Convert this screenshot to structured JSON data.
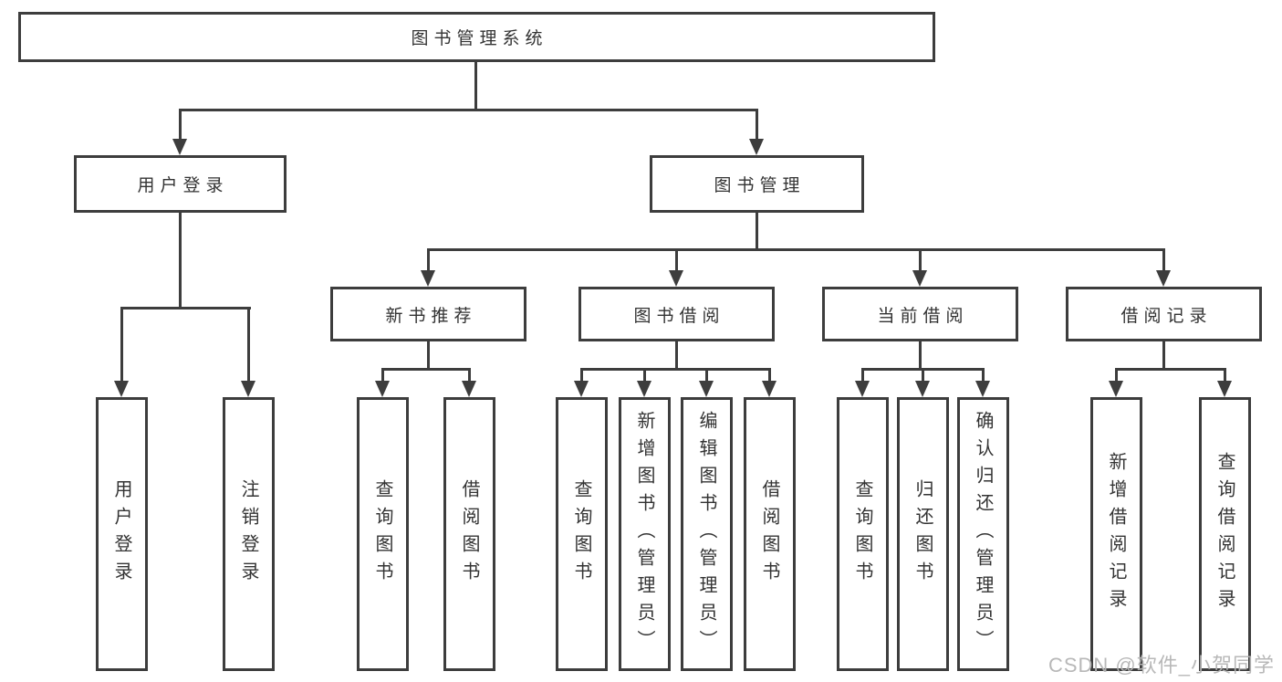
{
  "tree": {
    "root": {
      "label": "图书管理系统"
    },
    "branches": [
      {
        "label": "用户登录",
        "children": [
          {
            "label": "用户登录"
          },
          {
            "label": "注销登录"
          }
        ]
      },
      {
        "label": "图书管理",
        "children": [
          {
            "label": "新书推荐",
            "children": [
              {
                "label": "查询图书"
              },
              {
                "label": "借阅图书"
              }
            ]
          },
          {
            "label": "图书借阅",
            "children": [
              {
                "label": "查询图书"
              },
              {
                "label": "新增图书（管理员）"
              },
              {
                "label": "编辑图书（管理员）"
              },
              {
                "label": "借阅图书"
              }
            ]
          },
          {
            "label": "当前借阅",
            "children": [
              {
                "label": "查询图书"
              },
              {
                "label": "归还图书"
              },
              {
                "label": "确认归还（管理员）"
              }
            ]
          },
          {
            "label": "借阅记录",
            "children": [
              {
                "label": "新增借阅记录"
              },
              {
                "label": "查询借阅记录"
              }
            ]
          }
        ]
      }
    ]
  },
  "watermark": {
    "text": "CSDN @软件_小贺同学",
    "color": "#b4b4b4"
  },
  "colors": {
    "line": "#3d3d3d",
    "box_border": "#3d3d3d",
    "box_fill": "#ffffff",
    "text": "#333333",
    "background": "#ffffff"
  }
}
